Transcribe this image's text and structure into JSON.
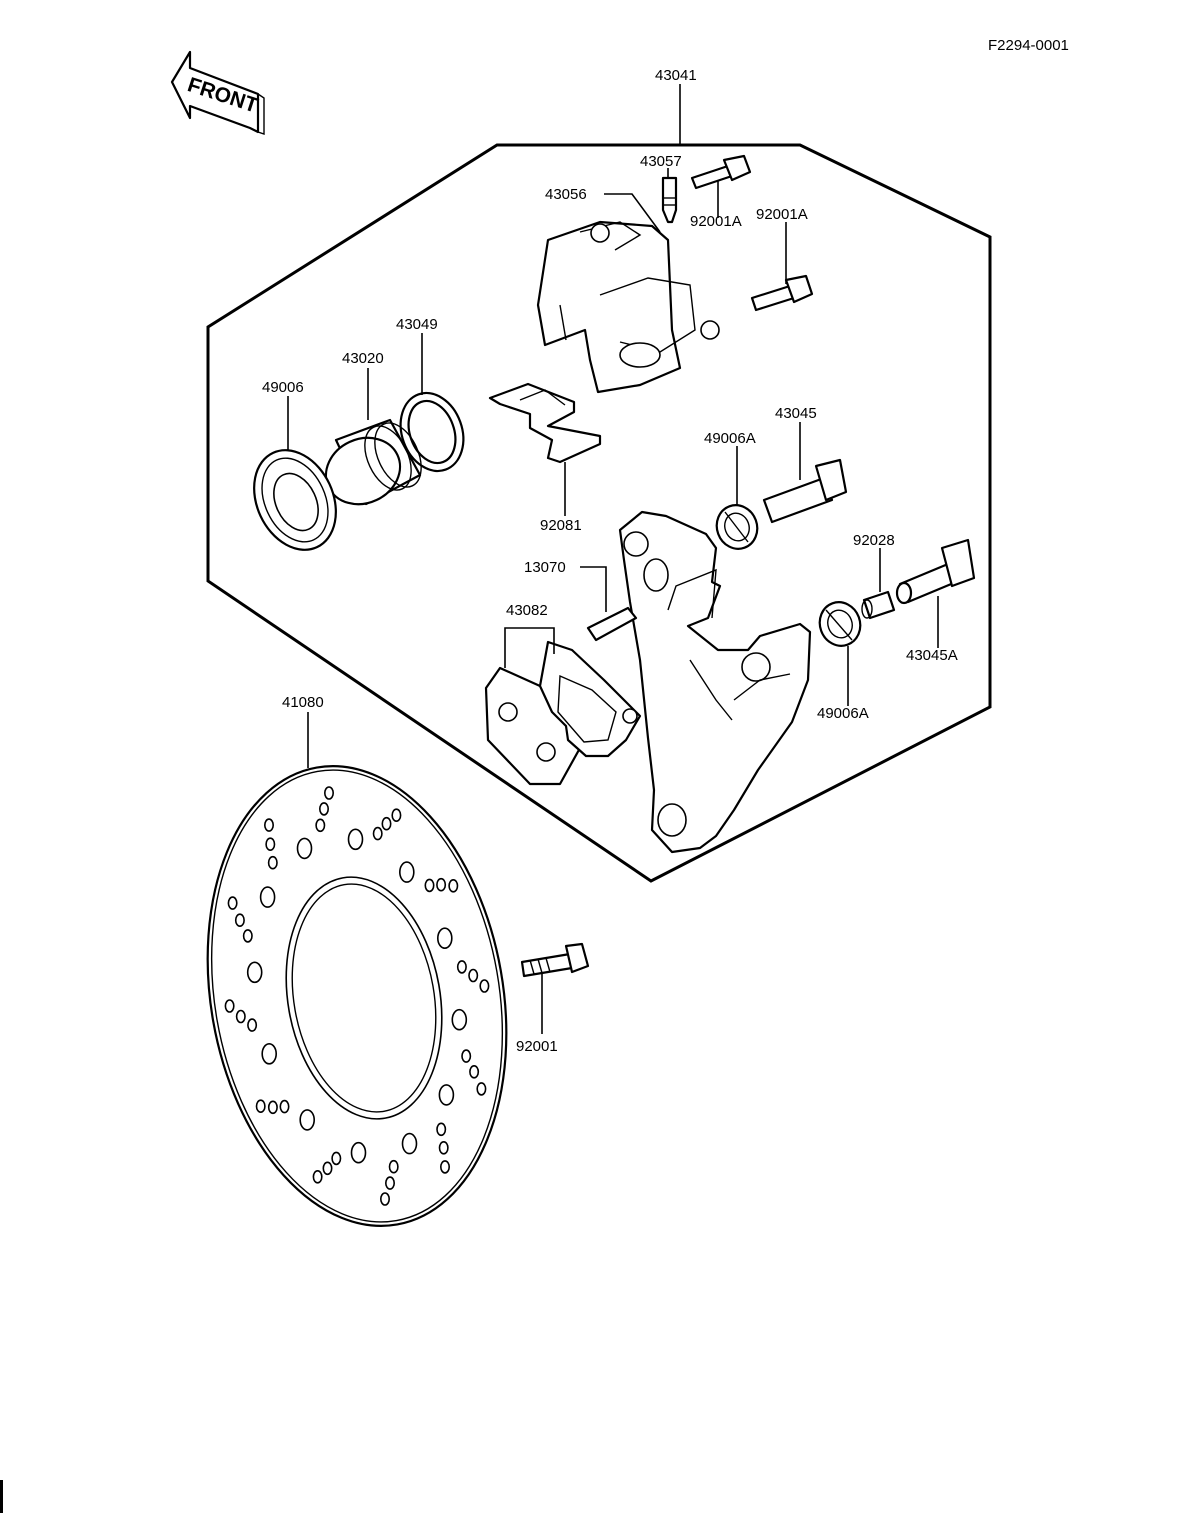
{
  "figure_code": "F2294-0001",
  "front_label": "FRONT",
  "parts": {
    "p43041": "43041",
    "p43057": "43057",
    "p43056": "43056",
    "p92001A_top": "92001A",
    "p92001A_right": "92001A",
    "p43049": "43049",
    "p43020": "43020",
    "p49006": "49006",
    "p92081": "92081",
    "p43045": "43045",
    "p49006A_top": "49006A",
    "p92028": "92028",
    "p13070": "13070",
    "p43082": "43082",
    "p43045A": "43045A",
    "p49006A_bottom": "49006A",
    "p41080": "41080",
    "p92001": "92001"
  }
}
